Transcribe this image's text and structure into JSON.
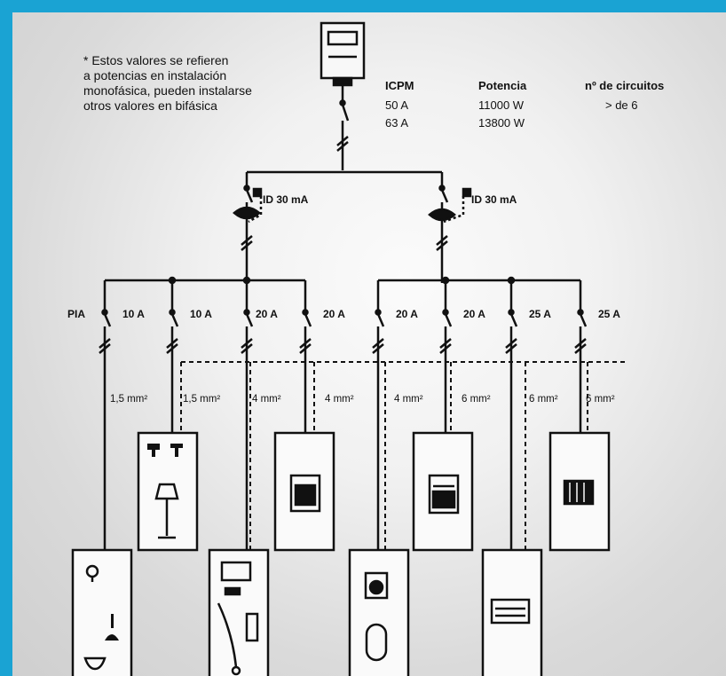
{
  "note_lines": [
    "* Estos valores se refieren",
    "a potencias en instalación",
    "monofásica, pueden instalarse",
    "otros valores en bifásica"
  ],
  "table": {
    "headers": [
      "ICPM",
      "Potencia",
      "nº de circuitos"
    ],
    "icpm_values": [
      "50 A",
      "63 A"
    ],
    "potencia_values": [
      "11000 W",
      "13800 W"
    ],
    "circuitos_value": "> de 6"
  },
  "diff_labels": [
    "ID 30 mA",
    "ID 30 mA"
  ],
  "pia_label": "PIA",
  "breakers": [
    "10 A",
    "10 A",
    "20 A",
    "20 A",
    "20 A",
    "20 A",
    "25 A",
    "25 A"
  ],
  "sections": [
    "1,5 mm²",
    "1,5 mm²",
    "4 mm²",
    "4 mm²",
    "4 mm²",
    "6 mm²",
    "6 mm²",
    "6 mm²"
  ],
  "colors": {
    "border": "#1aa3d3",
    "line": "#111111"
  },
  "icons": [
    "meter-icon",
    "bulb-icon",
    "lamp-icon",
    "washer-icon",
    "oven-icon",
    "stove-icon",
    "boiler-icon",
    "heater-icon"
  ]
}
